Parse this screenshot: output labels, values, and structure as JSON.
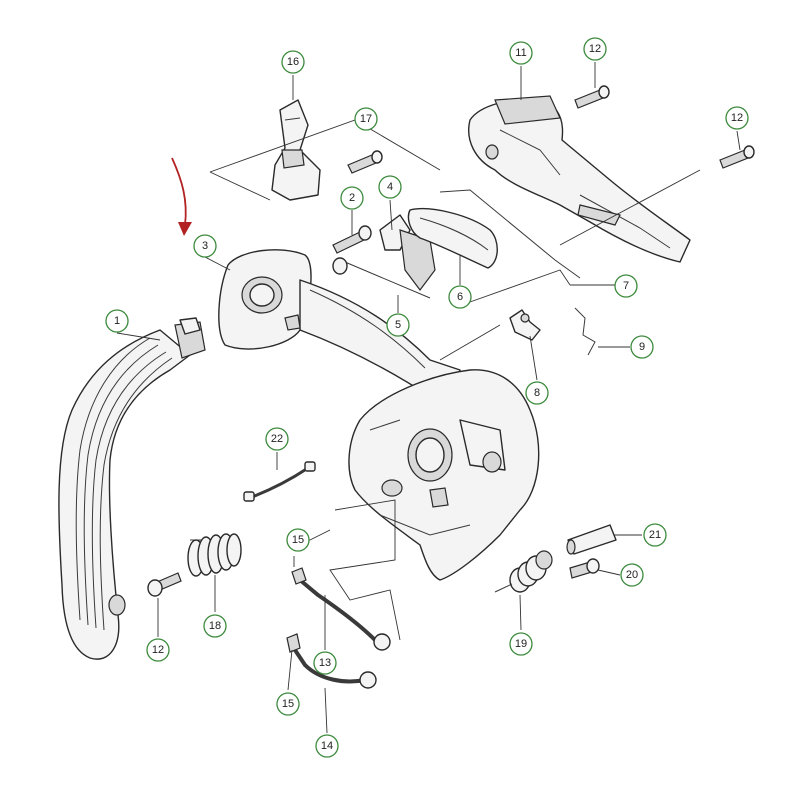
{
  "callouts": [
    {
      "id": "c1",
      "label": "1"
    },
    {
      "id": "c2",
      "label": "2"
    },
    {
      "id": "c3",
      "label": "3"
    },
    {
      "id": "c4",
      "label": "4"
    },
    {
      "id": "c5",
      "label": "5"
    },
    {
      "id": "c6",
      "label": "6"
    },
    {
      "id": "c7",
      "label": "7"
    },
    {
      "id": "c8",
      "label": "8"
    },
    {
      "id": "c9",
      "label": "9"
    },
    {
      "id": "c11",
      "label": "11"
    },
    {
      "id": "c12a",
      "label": "12"
    },
    {
      "id": "c12b",
      "label": "12"
    },
    {
      "id": "c12c",
      "label": "12"
    },
    {
      "id": "c13",
      "label": "13"
    },
    {
      "id": "c14",
      "label": "14"
    },
    {
      "id": "c15a",
      "label": "15"
    },
    {
      "id": "c15b",
      "label": "15"
    },
    {
      "id": "c16",
      "label": "16"
    },
    {
      "id": "c17",
      "label": "17"
    },
    {
      "id": "c18",
      "label": "18"
    },
    {
      "id": "c19",
      "label": "19"
    },
    {
      "id": "c20",
      "label": "20"
    },
    {
      "id": "c21",
      "label": "21"
    },
    {
      "id": "c22",
      "label": "22"
    }
  ],
  "colors": {
    "callout_ring": "#3c8a3c",
    "arrow": "#b22222",
    "line": "#2a2a2a"
  }
}
